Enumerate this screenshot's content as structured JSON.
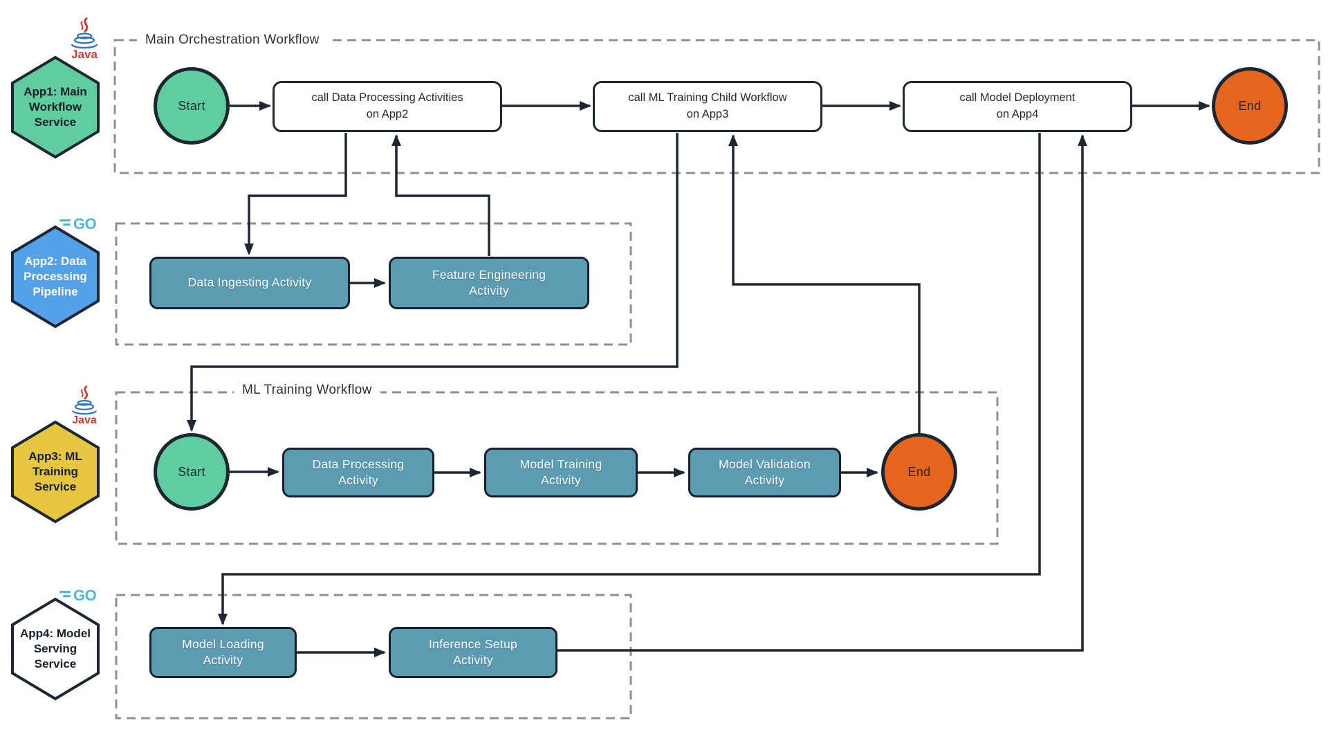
{
  "colors": {
    "line_dark": "#1d2733",
    "dash_gray": "#8f8f8f",
    "start_green": "#60cd9f",
    "end_orange": "#e7641f",
    "activity_teal": "#5b9cb3",
    "app1_green": "#60cd9f",
    "app2_blue": "#55a1e8",
    "app3_yellow": "#e6c63f",
    "app4_white": "#ffffff",
    "go_blue": "#4db8dc",
    "java_red": "#cb3a31",
    "java_blue": "#2f76bc"
  },
  "section_labels": {
    "main": "Main Orchestration Workflow",
    "ml": "ML Training Workflow"
  },
  "apps": [
    {
      "title_lines": [
        "App1: Main",
        "Workflow",
        "Service"
      ],
      "runtime": "Java"
    },
    {
      "title_lines": [
        "App2: Data",
        "Processing",
        "Pipeline"
      ],
      "runtime": "GO"
    },
    {
      "title_lines": [
        "App3: ML",
        "Training",
        "Service"
      ],
      "runtime": "Java"
    },
    {
      "title_lines": [
        "App4: Model",
        "Serving",
        "Service"
      ],
      "runtime": "GO"
    }
  ],
  "main_workflow": {
    "start": "Start",
    "end": "End",
    "steps": [
      {
        "line1": "call Data Processing Activities",
        "line2": "on App2"
      },
      {
        "line1": "call ML Training Child Workflow",
        "line2": "on App3"
      },
      {
        "line1": "call Model Deployment",
        "line2": "on App4"
      }
    ]
  },
  "data_processing_workflow": {
    "activities": [
      {
        "line1": "Data Ingesting Activity",
        "line2": ""
      },
      {
        "line1": "Feature Engineering",
        "line2": "Activity"
      }
    ]
  },
  "ml_training_workflow": {
    "start": "Start",
    "end": "End",
    "activities": [
      {
        "line1": "Data Processing",
        "line2": "Activity"
      },
      {
        "line1": "Model Training",
        "line2": "Activity"
      },
      {
        "line1": "Model Validation",
        "line2": "Activity"
      }
    ]
  },
  "model_serving_workflow": {
    "activities": [
      {
        "line1": "Model Loading",
        "line2": "Activity"
      },
      {
        "line1": "Inference Setup",
        "line2": "Activity"
      }
    ]
  }
}
